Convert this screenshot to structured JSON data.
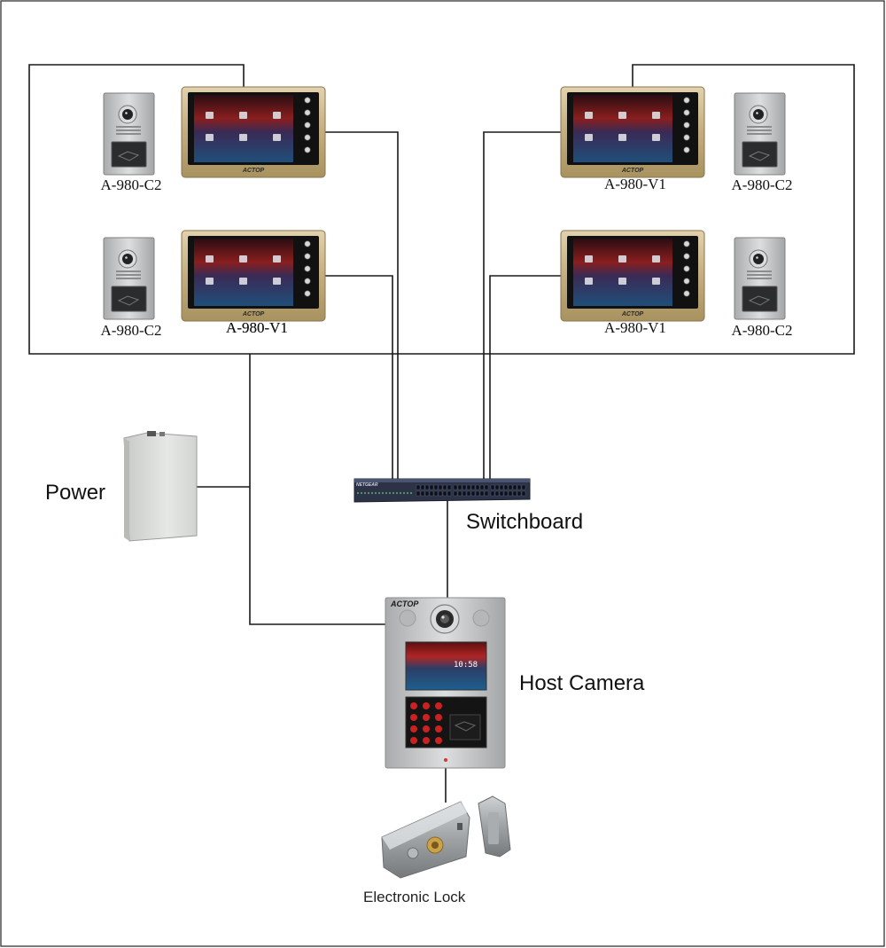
{
  "monitors": [
    {
      "model": "A-980-V1",
      "brand": "ACTOP"
    },
    {
      "model": "A-980-V1",
      "brand": "ACTOP"
    },
    {
      "model": "A-980-V1",
      "brand": "ACTOP"
    },
    {
      "model": "A-980-V1",
      "brand": "ACTOP"
    }
  ],
  "door_stations": [
    {
      "model": "A-980-C2"
    },
    {
      "model": "A-980-C2"
    },
    {
      "model": "A-980-C2"
    },
    {
      "model": "A-980-C2"
    }
  ],
  "power": {
    "label": "Power"
  },
  "switchboard": {
    "label": "Switchboard",
    "brand": "NETGEAR"
  },
  "host_camera": {
    "label": "Host Camera",
    "brand": "ACTOP",
    "clock": "10:58"
  },
  "lock": {
    "label": "Electronic Lock"
  },
  "colors": {
    "monitor_bezel": "#c9b48a",
    "panel_steel": "#c4c6c8",
    "wire": "#1a1a1a",
    "screen_top": "#7a1a1a",
    "screen_bottom": "#1f4f7a"
  }
}
